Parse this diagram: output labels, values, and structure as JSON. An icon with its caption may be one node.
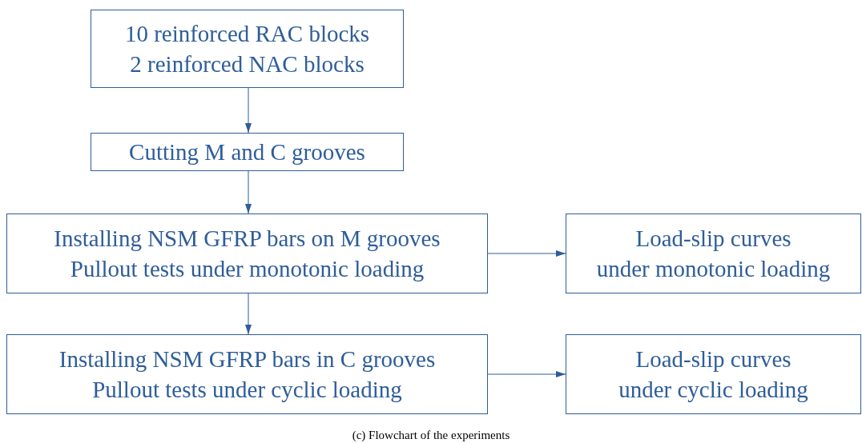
{
  "diagram": {
    "caption": "(c) Flowchart of the experiments",
    "nodes": [
      {
        "text": [
          "10 reinforced RAC blocks",
          "2 reinforced NAC blocks"
        ]
      },
      {
        "text": [
          "Cutting M and C grooves"
        ]
      },
      {
        "text": [
          "Installing NSM GFRP bars on M grooves",
          "Pullout tests under monotonic loading"
        ]
      },
      {
        "text": [
          "Load-slip curves",
          "under monotonic loading"
        ]
      },
      {
        "text": [
          "Installing NSM GFRP bars in C grooves",
          "Pullout tests under cyclic loading"
        ]
      },
      {
        "text": [
          "Load-slip curves",
          "under cyclic loading"
        ]
      }
    ],
    "edges": [
      {
        "from": 0,
        "to": 1,
        "arrow": "to"
      },
      {
        "from": 1,
        "to": 2,
        "arrow": "to"
      },
      {
        "from": 2,
        "to": 3,
        "arrow": "to"
      },
      {
        "from": 2,
        "to": 4,
        "arrow": "to"
      },
      {
        "from": 4,
        "to": 5,
        "arrow": "to"
      }
    ]
  }
}
